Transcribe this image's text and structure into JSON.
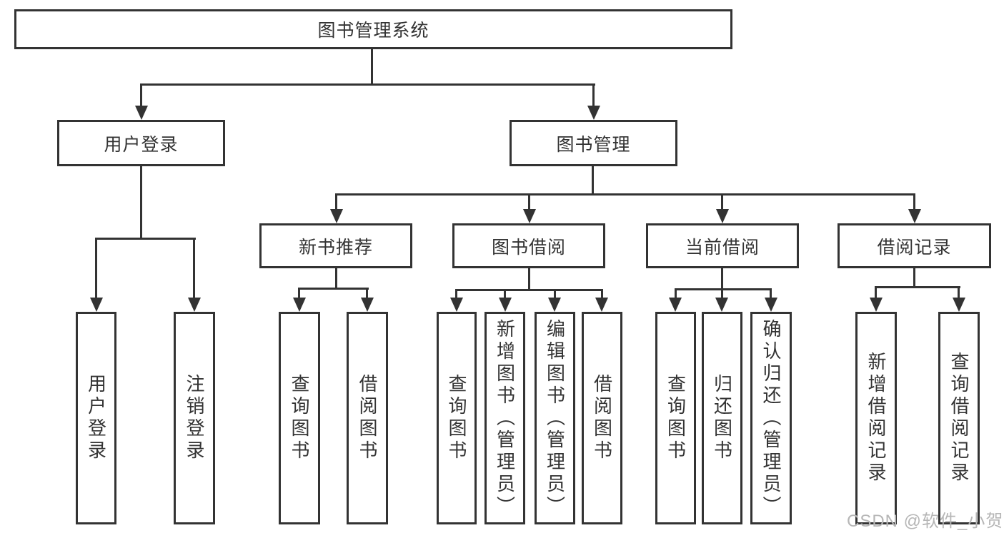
{
  "diagram": {
    "root": {
      "label": "图书管理系统"
    },
    "level2": [
      {
        "label": "用户登录"
      },
      {
        "label": "图书管理"
      }
    ],
    "level3": [
      {
        "label": "新书推荐"
      },
      {
        "label": "图书借阅"
      },
      {
        "label": "当前借阅"
      },
      {
        "label": "借阅记录"
      }
    ],
    "leaves": {
      "user_login": [
        {
          "label": "用户登录"
        },
        {
          "label": "注销登录"
        }
      ],
      "new_book_recommend": [
        {
          "label": "查询图书"
        },
        {
          "label": "借阅图书"
        }
      ],
      "book_borrow": [
        {
          "label": "查询图书"
        },
        {
          "label": "新增图书（管理员）"
        },
        {
          "label": "编辑图书（管理员）"
        },
        {
          "label": "借阅图书"
        }
      ],
      "current_borrow": [
        {
          "label": "查询图书"
        },
        {
          "label": "归还图书"
        },
        {
          "label": "确认归还（管理员）"
        }
      ],
      "borrow_record": [
        {
          "label": "新增借阅记录"
        },
        {
          "label": "查询借阅记录"
        }
      ]
    },
    "watermark": "CSDN @软件_小贺同学",
    "colors": {
      "line": "#333333",
      "text": "#333333",
      "watermark": "#b6b6b6",
      "background": "#ffffff"
    }
  }
}
